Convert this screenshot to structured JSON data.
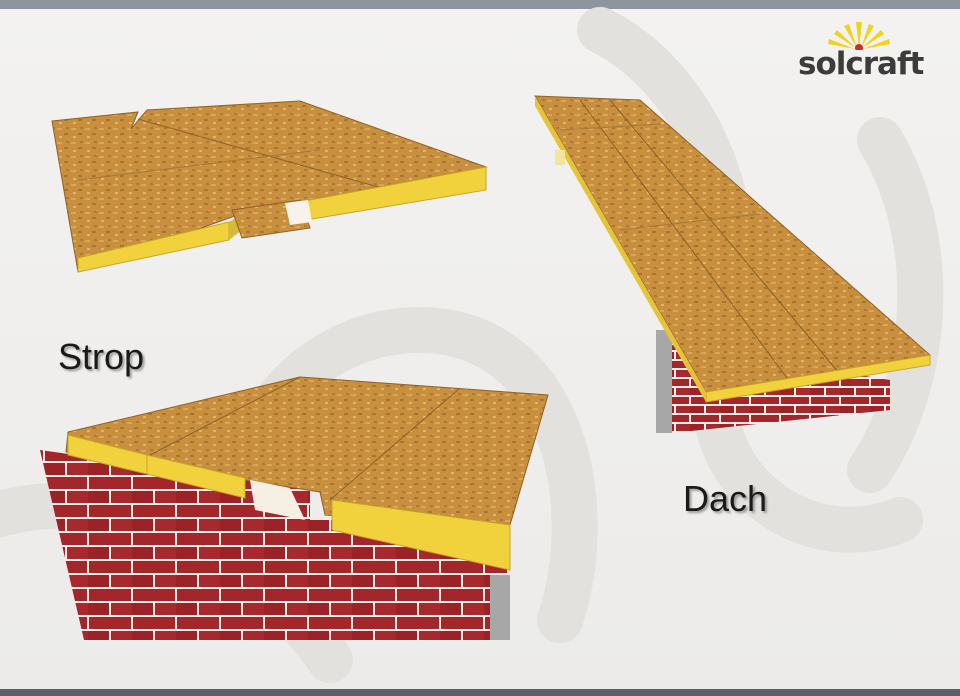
{
  "brand": {
    "name": "solcraft",
    "logo_icon": "sun-rays-icon",
    "sun_color": "#f2d21c"
  },
  "labels": {
    "floor": "Strop",
    "roof": "Dach"
  },
  "colors": {
    "osb": "#c8913f",
    "insulation": "#f0d43a",
    "brick": "#a3262b",
    "mortar": "#f2eeea",
    "concrete": "#a7a7a7"
  }
}
